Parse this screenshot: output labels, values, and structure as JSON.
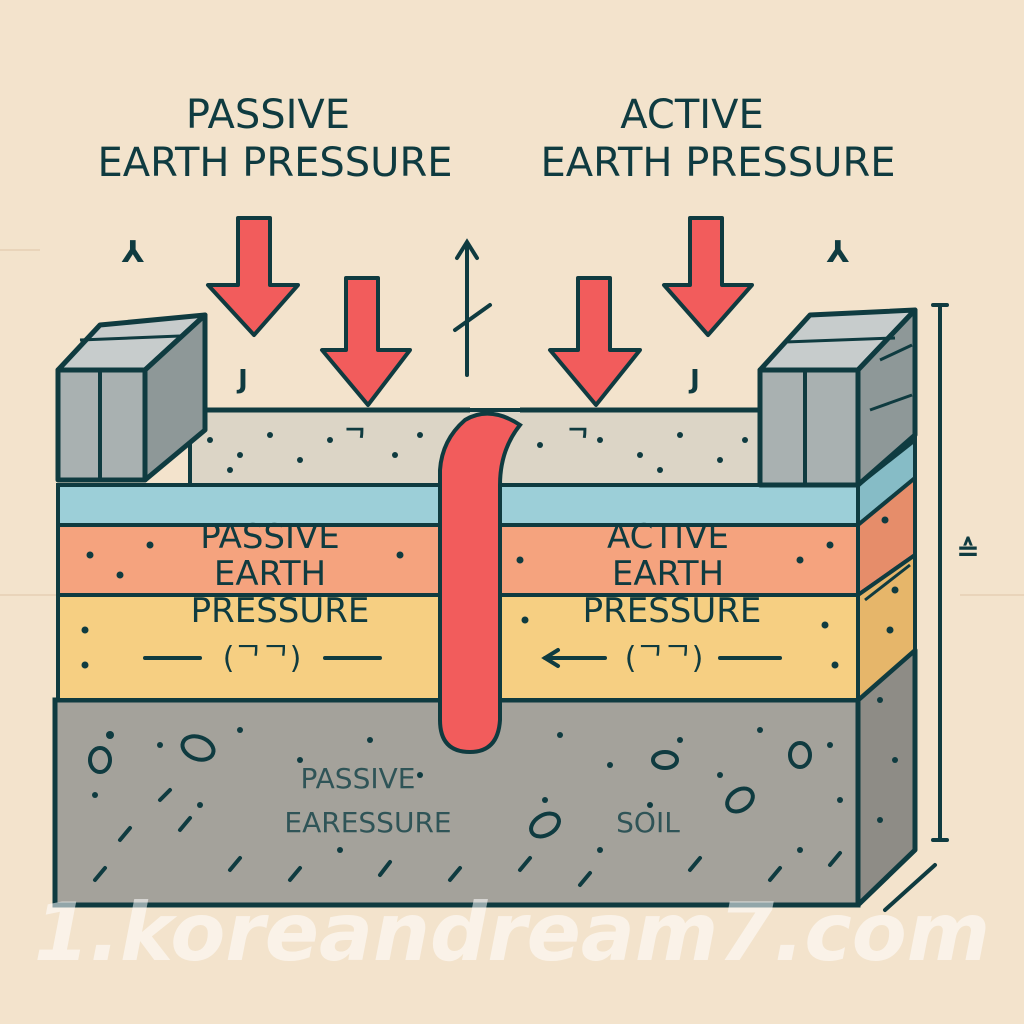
{
  "title_left": {
    "line1": "PASSIVE",
    "line2": "EARTH PRESSURE"
  },
  "title_right": {
    "line1": "ACTIVE",
    "line2": "EARTH PRESSURE"
  },
  "layer_label_left": {
    "line1": "PASSIVE",
    "line2": "EARTH",
    "line3": "PRESSURE",
    "line4": "(ᄀᄀ)"
  },
  "layer_label_right": {
    "line1": "ACTIVE",
    "line2": "EARTH",
    "line3": "PRESSURE",
    "line4": "(ᄀᄀ)"
  },
  "soil_label_left": {
    "line1": "PASSIVE",
    "line2": "EARESSURE"
  },
  "soil_label_right": "SOIL",
  "small_marks": {
    "lambda": "⅄",
    "j": "J",
    "tau": "ᄀ",
    "dim": "≙"
  },
  "watermark": "1.koreandream7.com",
  "colors": {
    "background": "#f3e3cc",
    "outline": "#0f3b40",
    "arrow": "#f25c5c",
    "blue_layer": "#9ccfd8",
    "orange_layer": "#f5a37e",
    "yellow_layer": "#f6cf82",
    "soil": "#a4a29b",
    "surface": "#dcd5c6",
    "wall_block": "#a9b1b1"
  }
}
